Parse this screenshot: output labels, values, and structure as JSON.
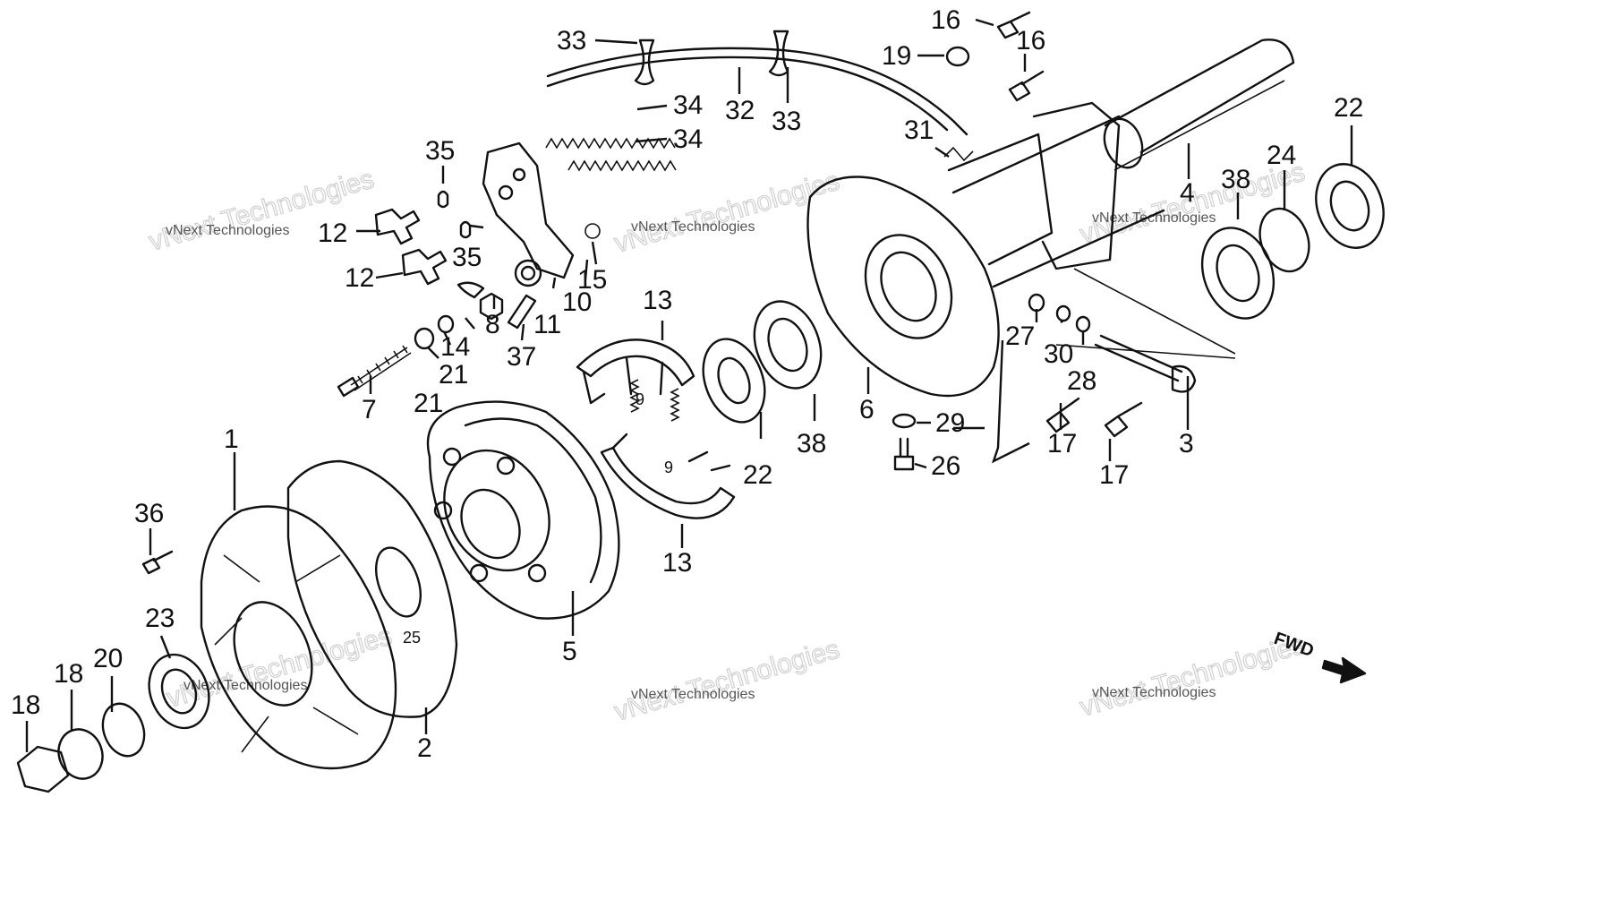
{
  "figure": {
    "callouts": [
      {
        "id": "c1",
        "text": "1"
      },
      {
        "id": "c2",
        "text": "2"
      },
      {
        "id": "c3",
        "text": "3"
      },
      {
        "id": "c4",
        "text": "4"
      },
      {
        "id": "c5",
        "text": "5"
      },
      {
        "id": "c6",
        "text": "6"
      },
      {
        "id": "c7",
        "text": "7"
      },
      {
        "id": "c8",
        "text": "8"
      },
      {
        "id": "c9a",
        "text": "9"
      },
      {
        "id": "c9b",
        "text": "9"
      },
      {
        "id": "c10",
        "text": "10"
      },
      {
        "id": "c11",
        "text": "11"
      },
      {
        "id": "c12a",
        "text": "12"
      },
      {
        "id": "c12b",
        "text": "12"
      },
      {
        "id": "c13a",
        "text": "13"
      },
      {
        "id": "c13b",
        "text": "13"
      },
      {
        "id": "c14",
        "text": "14"
      },
      {
        "id": "c15",
        "text": "15"
      },
      {
        "id": "c16a",
        "text": "16"
      },
      {
        "id": "c16b",
        "text": "16"
      },
      {
        "id": "c17a",
        "text": "17"
      },
      {
        "id": "c17b",
        "text": "17"
      },
      {
        "id": "c18a",
        "text": "18"
      },
      {
        "id": "c18b",
        "text": "18"
      },
      {
        "id": "c19",
        "text": "19"
      },
      {
        "id": "c20",
        "text": "20"
      },
      {
        "id": "c21a",
        "text": "21"
      },
      {
        "id": "c21b",
        "text": "21"
      },
      {
        "id": "c22a",
        "text": "22"
      },
      {
        "id": "c22b",
        "text": "22"
      },
      {
        "id": "c23",
        "text": "23"
      },
      {
        "id": "c24",
        "text": "24"
      },
      {
        "id": "c25",
        "text": "25"
      },
      {
        "id": "c26",
        "text": "26"
      },
      {
        "id": "c27",
        "text": "27"
      },
      {
        "id": "c28",
        "text": "28"
      },
      {
        "id": "c29",
        "text": "29"
      },
      {
        "id": "c30",
        "text": "30"
      },
      {
        "id": "c31",
        "text": "31"
      },
      {
        "id": "c32",
        "text": "32"
      },
      {
        "id": "c33a",
        "text": "33"
      },
      {
        "id": "c33b",
        "text": "33"
      },
      {
        "id": "c34a",
        "text": "34"
      },
      {
        "id": "c34b",
        "text": "34"
      },
      {
        "id": "c35a",
        "text": "35"
      },
      {
        "id": "c35b",
        "text": "35"
      },
      {
        "id": "c36",
        "text": "36"
      },
      {
        "id": "c37",
        "text": "37"
      },
      {
        "id": "c38a",
        "text": "38"
      },
      {
        "id": "c38b",
        "text": "38"
      }
    ],
    "watermark": {
      "line1": "vNext Technologies",
      "line2": "vNext Technologies"
    },
    "direction_label": "FWD"
  }
}
